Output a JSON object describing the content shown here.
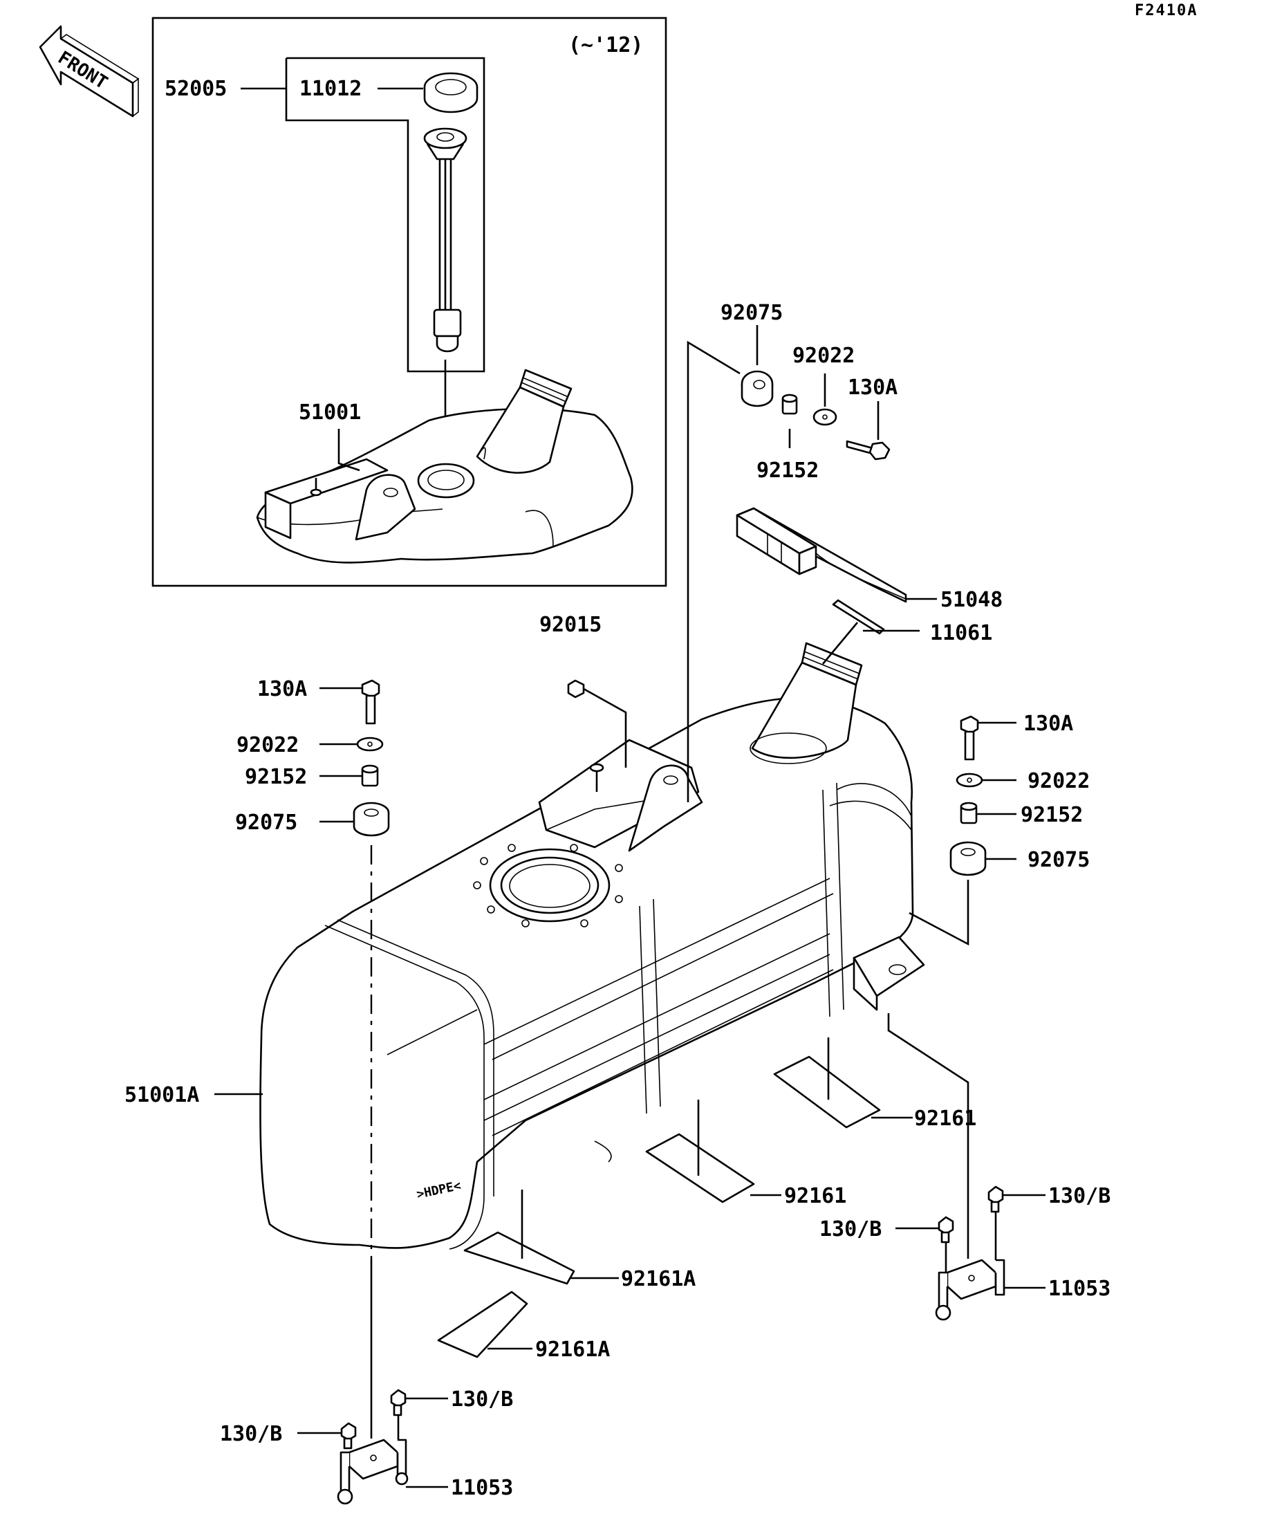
{
  "diagram_code": "F2410A",
  "front_label": "FRONT",
  "inset_note": "(~'12)",
  "labels": {
    "p52005": "52005",
    "p11012": "11012",
    "p51001": "51001",
    "p92075_top": "92075",
    "p92022_top": "92022",
    "p130A_top": "130A",
    "p92152_top": "92152",
    "p51048": "51048",
    "p11061": "11061",
    "p92015": "92015",
    "p130A_left": "130A",
    "p92022_left": "92022",
    "p92152_left": "92152",
    "p92075_left": "92075",
    "p130A_right": "130A",
    "p92022_right": "92022",
    "p92152_right": "92152",
    "p92075_right": "92075",
    "p51001A": "51001A",
    "p92161_a": "92161",
    "p92161_b": "92161",
    "p92161A_a": "92161A",
    "p92161A_b": "92161A",
    "p130B_r1": "130/B",
    "p130B_r2": "130/B",
    "p11053_r": "11053",
    "p130B_l1": "130/B",
    "p130B_l2": "130/B",
    "p11053_l": "11053"
  },
  "tank_marking": ">HDPE<"
}
